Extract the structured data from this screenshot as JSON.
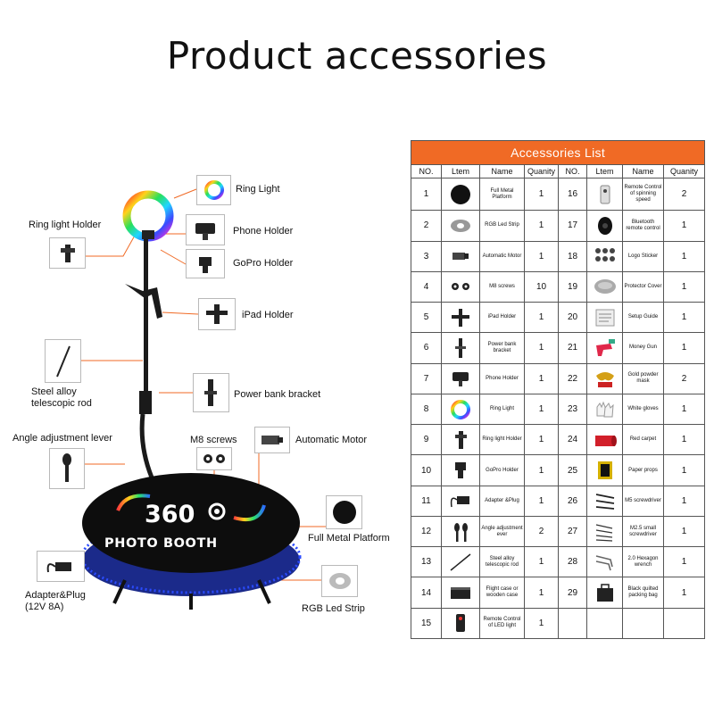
{
  "title": "Product accessories",
  "illustration": {
    "labels": {
      "ring_light": "Ring Light",
      "ring_light_holder": "Ring light Holder",
      "phone_holder": "Phone Holder",
      "gopro_holder": "GoPro Holder",
      "ipad_holder": "iPad Holder",
      "steel_rod_line1": "Steel alloy",
      "steel_rod_line2": "telescopic rod",
      "power_bank_bracket": "Power bank bracket",
      "angle_lever": "Angle adjustment lever",
      "m8_screws": "M8 screws",
      "automatic_motor": "Automatic Motor",
      "full_metal_platform": "Full Metal Platform",
      "adapter_line1": "Adapter&Plug",
      "adapter_line2": "(12V 8A)",
      "rgb_strip": "RGB Led Strip"
    },
    "platform_logo": {
      "line1": "360",
      "line2": "PHOTO BOOTH"
    }
  },
  "accessories": {
    "title": "Accessories List",
    "headers": [
      "NO.",
      "Ltem",
      "Name",
      "Quanity",
      "NO.",
      "Ltem",
      "Name",
      "Quanity"
    ],
    "rows": [
      {
        "l": {
          "no": "1",
          "name": "Full Metal Platform",
          "qty": "1",
          "icon": "platform-icon"
        },
        "r": {
          "no": "16",
          "name": "Remote Control of spinning speed",
          "qty": "2",
          "icon": "remote-icon"
        }
      },
      {
        "l": {
          "no": "2",
          "name": "RGB Led Strip",
          "qty": "1",
          "icon": "led-strip-icon"
        },
        "r": {
          "no": "17",
          "name": "Bluetooth remote control",
          "qty": "1",
          "icon": "bluetooth-remote-icon"
        }
      },
      {
        "l": {
          "no": "3",
          "name": "Automatic Motor",
          "qty": "1",
          "icon": "motor-icon"
        },
        "r": {
          "no": "18",
          "name": "Logo Sticker",
          "qty": "1",
          "icon": "sticker-icon"
        }
      },
      {
        "l": {
          "no": "4",
          "name": "M8 screws",
          "qty": "10",
          "icon": "screws-icon"
        },
        "r": {
          "no": "19",
          "name": "Protector Cover",
          "qty": "1",
          "icon": "cover-icon"
        }
      },
      {
        "l": {
          "no": "5",
          "name": "iPad Holder",
          "qty": "1",
          "icon": "ipad-holder-icon"
        },
        "r": {
          "no": "20",
          "name": "Setup Guide",
          "qty": "1",
          "icon": "guide-icon"
        }
      },
      {
        "l": {
          "no": "6",
          "name": "Power bank bracket",
          "qty": "1",
          "icon": "bracket-icon"
        },
        "r": {
          "no": "21",
          "name": "Money Gun",
          "qty": "1",
          "icon": "money-gun-icon"
        }
      },
      {
        "l": {
          "no": "7",
          "name": "Phone Holder",
          "qty": "1",
          "icon": "phone-holder-icon"
        },
        "r": {
          "no": "22",
          "name": "Gold powder mask",
          "qty": "2",
          "icon": "mask-icon"
        }
      },
      {
        "l": {
          "no": "8",
          "name": "Ring Light",
          "qty": "1",
          "icon": "ring-light-icon"
        },
        "r": {
          "no": "23",
          "name": "White gloves",
          "qty": "1",
          "icon": "gloves-icon"
        }
      },
      {
        "l": {
          "no": "9",
          "name": "Ring light Holder",
          "qty": "1",
          "icon": "ring-holder-icon"
        },
        "r": {
          "no": "24",
          "name": "Red carpet",
          "qty": "1",
          "icon": "carpet-icon"
        }
      },
      {
        "l": {
          "no": "10",
          "name": "GoPro Holder",
          "qty": "1",
          "icon": "gopro-holder-icon"
        },
        "r": {
          "no": "25",
          "name": "Paper props",
          "qty": "1",
          "icon": "props-icon"
        }
      },
      {
        "l": {
          "no": "11",
          "name": "Adapter &Plug",
          "qty": "1",
          "icon": "adapter-icon"
        },
        "r": {
          "no": "26",
          "name": "M5 screwdriver",
          "qty": "1",
          "icon": "screwdriver-icon"
        }
      },
      {
        "l": {
          "no": "12",
          "name": "Angle adjustment ever",
          "qty": "2",
          "icon": "lever-icon"
        },
        "r": {
          "no": "27",
          "name": "M2.5 small screwdriver",
          "qty": "1",
          "icon": "small-screwdriver-icon"
        }
      },
      {
        "l": {
          "no": "13",
          "name": "Steel alloy telescopic rod",
          "qty": "1",
          "icon": "rod-icon"
        },
        "r": {
          "no": "28",
          "name": "2.0 Hexagon wrench",
          "qty": "1",
          "icon": "wrench-icon"
        }
      },
      {
        "l": {
          "no": "14",
          "name": "Flight case or wooden case",
          "qty": "1",
          "icon": "case-icon"
        },
        "r": {
          "no": "29",
          "name": "Black quilted packing bag",
          "qty": "1",
          "icon": "bag-icon"
        }
      },
      {
        "l": {
          "no": "15",
          "name": "Remote Control of LED light",
          "qty": "1",
          "icon": "led-remote-icon"
        },
        "r": null
      }
    ]
  },
  "colors": {
    "accent": "#f06a25",
    "platform": "#0d0d0d",
    "led": "#2a4bff"
  }
}
